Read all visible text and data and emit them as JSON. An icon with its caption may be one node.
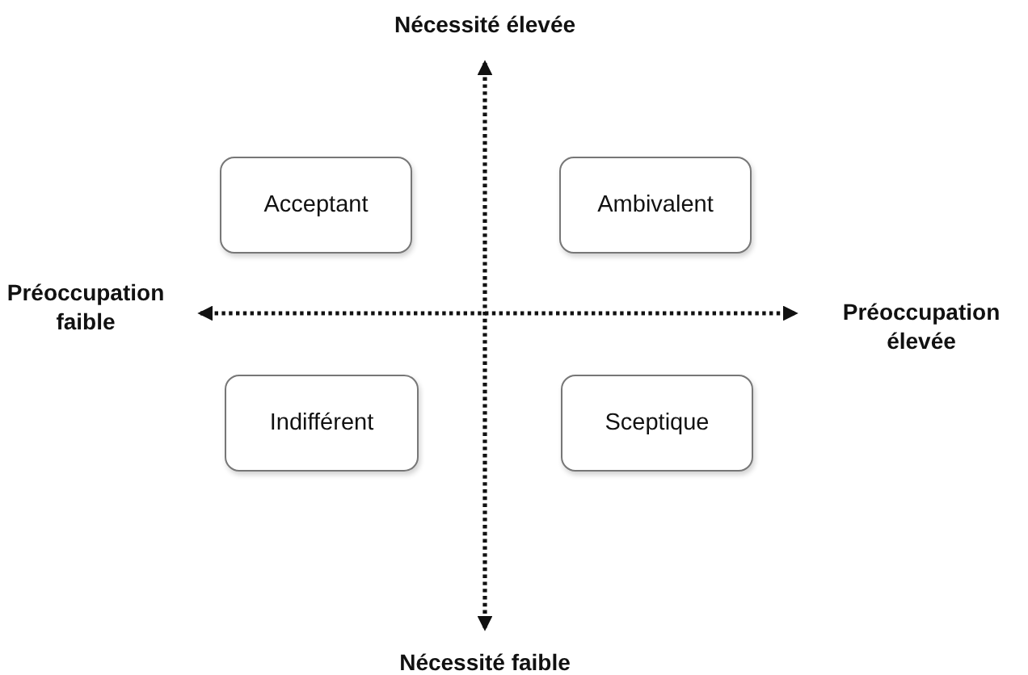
{
  "diagram": {
    "nodes": [
      {
        "text": [
          "Acceptant"
        ]
      },
      {
        "text": [
          "Ambivalent"
        ]
      },
      {
        "text": [
          "Indifférent"
        ]
      },
      {
        "text": [
          "Sceptique"
        ]
      }
    ],
    "labels": [
      "Nécessité élevée",
      "Préoccupation faible",
      "Préoccupation élevée",
      "Nécessité faible"
    ]
  }
}
